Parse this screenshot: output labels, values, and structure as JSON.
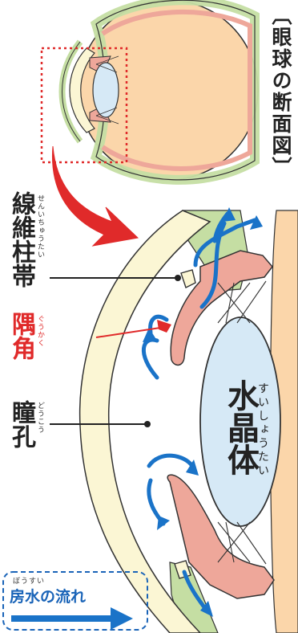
{
  "title": "〔眼球の断面図〕",
  "labels": {
    "ciliary_body": {
      "text": "線維柱帯",
      "ruby": "せんいちゅうたい"
    },
    "angle": {
      "text": "隅角",
      "ruby": "ぐうかく"
    },
    "pupil": {
      "text": "瞳孔",
      "ruby": "どうこう"
    },
    "lens": {
      "text": "水晶体",
      "ruby": "すいしょうたい"
    }
  },
  "legend": {
    "text": "房水の流れ",
    "ruby": "ぼうすい"
  },
  "colors": {
    "sclera_green": "#c5dea3",
    "cornea_cream": "#fbf6d4",
    "iris_pink": "#eea79a",
    "lens_blue": "#d6e9f6",
    "body_peach": "#fbd6aa",
    "flow_blue": "#1a73c8",
    "red_accent": "#e02a2a",
    "outline": "#333333"
  }
}
